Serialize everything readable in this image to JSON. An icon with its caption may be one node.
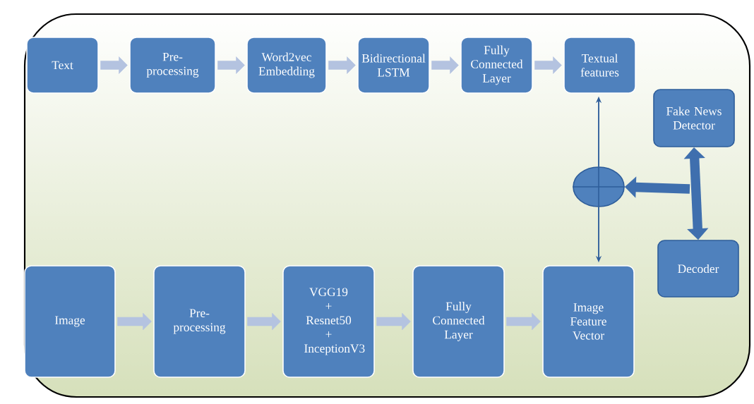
{
  "diagram": {
    "nodes": [
      {
        "text": [
          "Text"
        ]
      },
      {
        "text": [
          "Pre- processing"
        ]
      },
      {
        "text": [
          "Word2vec Embedding"
        ]
      },
      {
        "text": [
          "Bidirectional LSTM"
        ]
      },
      {
        "text": [
          "Fully Connected Layer"
        ]
      },
      {
        "text": [
          "Textual features"
        ]
      },
      {
        "text": [
          "Fake News Detector"
        ]
      },
      {
        "text": [],
        "shape": "circle"
      },
      {
        "text": [
          "Decoder"
        ]
      },
      {
        "text": [
          "Image"
        ]
      },
      {
        "text": [
          "Pre- processing"
        ]
      },
      {
        "text": [
          "VGG19 + Resnet50 + InceptionV3"
        ]
      },
      {
        "text": [
          "Fully Connected Layer"
        ]
      },
      {
        "text": [
          "Image Feature Vector"
        ]
      }
    ],
    "edges": [
      {
        "from": 0,
        "to": 1,
        "arrow": "to"
      },
      {
        "from": 1,
        "to": 2,
        "arrow": "to"
      },
      {
        "from": 2,
        "to": 3,
        "arrow": "to"
      },
      {
        "from": 3,
        "to": 4,
        "arrow": "to"
      },
      {
        "from": 4,
        "to": 5,
        "arrow": "to"
      },
      {
        "from": 7,
        "to": 5,
        "arrow": "to",
        "color": "#2e5d9a"
      },
      {
        "from": 7,
        "to": 13,
        "arrow": "to",
        "color": "#2e5d9a"
      },
      {
        "from": 6,
        "to": 8,
        "arrow": "both",
        "style": "thick",
        "color": "#3f6fae"
      },
      {
        "from": null,
        "to": 7,
        "arrow": "to",
        "style": "thick",
        "color": "#3f6fae"
      },
      {
        "from": 9,
        "to": 10,
        "arrow": "to"
      },
      {
        "from": 10,
        "to": 11,
        "arrow": "to"
      },
      {
        "from": 11,
        "to": 12,
        "arrow": "to"
      },
      {
        "from": 12,
        "to": 13,
        "arrow": "to"
      }
    ]
  }
}
